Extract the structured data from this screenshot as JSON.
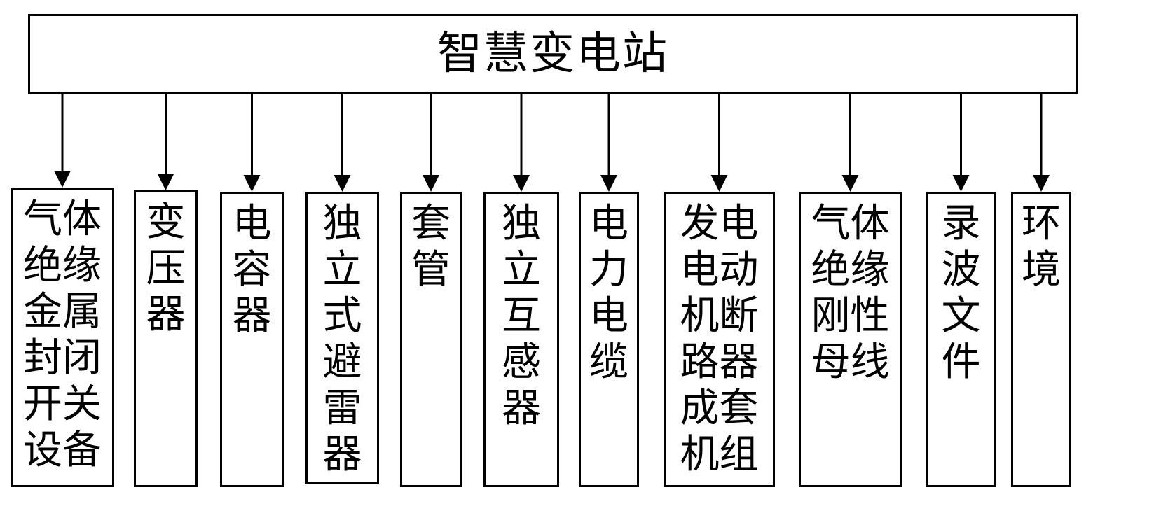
{
  "root": {
    "label": "智慧变电站"
  },
  "children": [
    {
      "id": "gis",
      "lines": [
        "气体",
        "绝缘",
        "金属",
        "封闭",
        "开关",
        "设备"
      ]
    },
    {
      "id": "transformer",
      "lines": [
        "变",
        "压",
        "器"
      ]
    },
    {
      "id": "capacitor",
      "lines": [
        "电",
        "容",
        "器"
      ]
    },
    {
      "id": "arrester",
      "lines": [
        "独",
        "立",
        "式",
        "避",
        "雷",
        "器"
      ]
    },
    {
      "id": "bushing",
      "lines": [
        "套",
        "管"
      ]
    },
    {
      "id": "instrument-transformer",
      "lines": [
        "独",
        "立",
        "互",
        "感",
        "器"
      ]
    },
    {
      "id": "power-cable",
      "lines": [
        "电",
        "力",
        "电",
        "缆"
      ]
    },
    {
      "id": "generator-set",
      "lines": [
        "发电",
        "电动",
        "机断",
        "路器",
        "成套",
        "机组"
      ]
    },
    {
      "id": "gil",
      "lines": [
        "气体",
        "绝缘",
        "刚性",
        "母线"
      ]
    },
    {
      "id": "recording-file",
      "lines": [
        "录",
        "波",
        "文",
        "件"
      ]
    },
    {
      "id": "environment",
      "lines": [
        "环",
        "境"
      ]
    }
  ]
}
